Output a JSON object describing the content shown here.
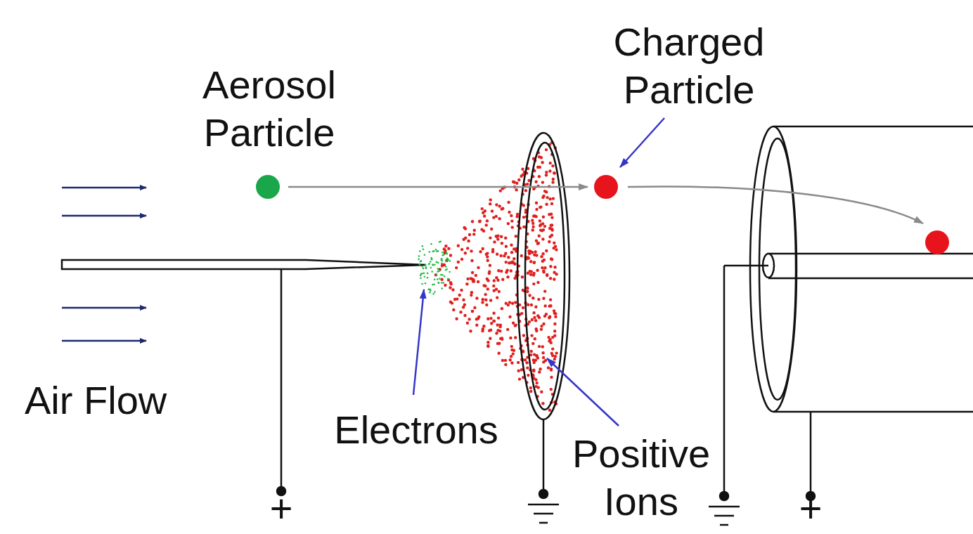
{
  "diagram": {
    "labels": [
      "Aerosol Particle",
      "Charged Particle",
      "Air Flow",
      "Electrons",
      "Positive Ions",
      "+",
      "+"
    ]
  }
}
